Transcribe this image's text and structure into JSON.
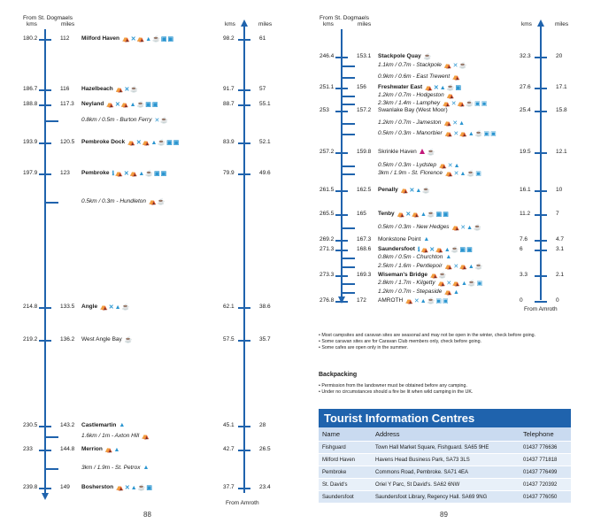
{
  "left_page": {
    "header_from": "From St. Dogmaels",
    "header_kms": "kms",
    "header_miles": "miles",
    "right_kms": "kms",
    "right_miles": "miles",
    "footer_from": "From Amroth",
    "page_number": "88",
    "rows": [
      {
        "km1": "180.2",
        "mi1": "112",
        "name": "Milford Haven",
        "bold": true,
        "sub": false,
        "icons": "⛺✕⛺▲☕▣▣",
        "km2": "98.2",
        "mi2": "61"
      },
      {
        "km1": "186.7",
        "mi1": "116",
        "name": "Hazelbeach",
        "bold": true,
        "sub": false,
        "icons": "⛺✕☕",
        "km2": "91.7",
        "mi2": "57"
      },
      {
        "km1": "188.8",
        "mi1": "117.3",
        "name": "Neyland",
        "bold": true,
        "sub": false,
        "icons": "⛺✕⛺▲☕▣▣",
        "km2": "88.7",
        "mi2": "55.1"
      },
      {
        "km1": "",
        "mi1": "",
        "name": "0.8km / 0.5m - Burton Ferry",
        "bold": false,
        "sub": true,
        "icons": "✕☕",
        "km2": "",
        "mi2": ""
      },
      {
        "km1": "193.9",
        "mi1": "120.5",
        "name": "Pembroke Dock",
        "bold": true,
        "sub": false,
        "icons": "⛺✕⛺▲☕▣▣",
        "km2": "83.9",
        "mi2": "52.1"
      },
      {
        "km1": "197.9",
        "mi1": "123",
        "name": "Pembroke",
        "bold": true,
        "sub": false,
        "icons": "ℹ⛺✕⛺▲☕▣▣",
        "km2": "79.9",
        "mi2": "49.6"
      },
      {
        "km1": "",
        "mi1": "",
        "name": "0.5km / 0.3m - Hundleton",
        "bold": false,
        "sub": true,
        "icons": "⛺☕",
        "km2": "",
        "mi2": ""
      },
      {
        "km1": "214.8",
        "mi1": "133.5",
        "name": "Angle",
        "bold": true,
        "sub": false,
        "icons": "⛺✕▲☕",
        "km2": "62.1",
        "mi2": "38.6"
      },
      {
        "km1": "219.2",
        "mi1": "136.2",
        "name": "West Angle Bay",
        "bold": false,
        "sub": false,
        "icons": "☕",
        "km2": "57.5",
        "mi2": "35.7"
      },
      {
        "km1": "230.5",
        "mi1": "143.2",
        "name": "Castlemartin",
        "bold": true,
        "sub": false,
        "icons": "▲",
        "km2": "45.1",
        "mi2": "28"
      },
      {
        "km1": "",
        "mi1": "",
        "name": "1.6km / 1m - Axton Hill",
        "bold": false,
        "sub": true,
        "icons": "⛺",
        "km2": "",
        "mi2": ""
      },
      {
        "km1": "233",
        "mi1": "144.8",
        "name": "Merrion",
        "bold": true,
        "sub": false,
        "icons": "⛺▲",
        "km2": "42.7",
        "mi2": "26.5"
      },
      {
        "km1": "",
        "mi1": "",
        "name": "3km / 1.9m - St. Petrox",
        "bold": false,
        "sub": true,
        "icons": "▲",
        "km2": "",
        "mi2": ""
      },
      {
        "km1": "239.8",
        "mi1": "149",
        "name": "Bosherston",
        "bold": true,
        "sub": false,
        "icons": "⛺✕▲☕▣",
        "km2": "37.7",
        "mi2": "23.4"
      }
    ]
  },
  "right_page": {
    "header_from": "From St. Dogmaels",
    "header_kms": "kms",
    "header_miles": "miles",
    "right_kms": "kms",
    "right_miles": "miles",
    "footer_from": "From Amroth",
    "page_number": "89",
    "rows": [
      {
        "km1": "246.4",
        "mi1": "153.1",
        "name": "Stackpole Quay",
        "bold": true,
        "sub": false,
        "icons": "☕",
        "km2": "32.3",
        "mi2": "20"
      },
      {
        "km1": "",
        "mi1": "",
        "name": "1.1km / 0.7m - Stackpole",
        "bold": false,
        "sub": true,
        "icons": "⛺✕☕",
        "km2": "",
        "mi2": ""
      },
      {
        "km1": "",
        "mi1": "",
        "name": "0.9km / 0.6m - East Trewent",
        "bold": false,
        "sub": true,
        "icons": "⛺",
        "km2": "",
        "mi2": ""
      },
      {
        "km1": "251.1",
        "mi1": "156",
        "name": "Freshwater East",
        "bold": true,
        "sub": false,
        "icons": "⛺✕▲☕▣",
        "km2": "27.6",
        "mi2": "17.1"
      },
      {
        "km1": "",
        "mi1": "",
        "name": "1.2km / 0.7m - Hodgeston",
        "bold": false,
        "sub": true,
        "icons": "⛺",
        "km2": "",
        "mi2": ""
      },
      {
        "km1": "",
        "mi1": "",
        "name": "2.3km / 1.4m - Lamphey",
        "bold": false,
        "sub": true,
        "icons": "⛺✕⛺☕▣▣",
        "km2": "",
        "mi2": ""
      },
      {
        "km1": "253",
        "mi1": "157.2",
        "name": "Swanlake Bay (West Moor)",
        "bold": false,
        "sub": false,
        "icons": "",
        "km2": "25.4",
        "mi2": "15.8"
      },
      {
        "km1": "",
        "mi1": "",
        "name": "1.2km / 0.7m - Jameston",
        "bold": false,
        "sub": true,
        "icons": "⛺✕▲",
        "km2": "",
        "mi2": ""
      },
      {
        "km1": "",
        "mi1": "",
        "name": "0.5km / 0.3m - Manorbier",
        "bold": false,
        "sub": true,
        "icons": "⛺✕⛺▲☕▣▣",
        "km2": "",
        "mi2": ""
      },
      {
        "km1": "257.2",
        "mi1": "159.8",
        "name": "Skrinkle Haven",
        "bold": false,
        "sub": false,
        "icons": "TRI☕",
        "km2": "19.5",
        "mi2": "12.1"
      },
      {
        "km1": "",
        "mi1": "",
        "name": "0.5km / 0.3m - Lydstep",
        "bold": false,
        "sub": true,
        "icons": "⛺✕▲",
        "km2": "",
        "mi2": ""
      },
      {
        "km1": "",
        "mi1": "",
        "name": "3km / 1.9m - St. Florence",
        "bold": false,
        "sub": true,
        "icons": "⛺✕▲☕▣",
        "km2": "",
        "mi2": ""
      },
      {
        "km1": "261.5",
        "mi1": "162.5",
        "name": "Penally",
        "bold": true,
        "sub": false,
        "icons": "⛺✕▲☕",
        "km2": "16.1",
        "mi2": "10"
      },
      {
        "km1": "265.5",
        "mi1": "165",
        "name": "Tenby",
        "bold": true,
        "sub": false,
        "icons": "⛺✕⛺▲☕▣▣",
        "km2": "11.2",
        "mi2": "7"
      },
      {
        "km1": "",
        "mi1": "",
        "name": "0.5km / 0.3m - New Hedges",
        "bold": false,
        "sub": true,
        "icons": "⛺✕▲☕",
        "km2": "",
        "mi2": ""
      },
      {
        "km1": "269.2",
        "mi1": "167.3",
        "name": "Monkstone Point",
        "bold": false,
        "sub": false,
        "icons": "▲",
        "km2": "7.6",
        "mi2": "4.7"
      },
      {
        "km1": "271.3",
        "mi1": "168.6",
        "name": "Saundersfoot",
        "bold": true,
        "sub": false,
        "icons": "ℹ⛺✕⛺▲☕▣▣",
        "km2": "6",
        "mi2": "3.1"
      },
      {
        "km1": "",
        "mi1": "",
        "name": "0.8km / 0.5m - Churchton",
        "bold": false,
        "sub": true,
        "icons": "▲",
        "km2": "",
        "mi2": ""
      },
      {
        "km1": "",
        "mi1": "",
        "name": "2.5km / 1.6m - Pentlepoir",
        "bold": false,
        "sub": true,
        "icons": "⛺✕⛺▲☕",
        "km2": "",
        "mi2": ""
      },
      {
        "km1": "273.3",
        "mi1": "169.3",
        "name": "Wiseman's Bridge",
        "bold": true,
        "sub": false,
        "icons": "⛺☕",
        "km2": "3.3",
        "mi2": "2.1"
      },
      {
        "km1": "",
        "mi1": "",
        "name": "2.8km / 1.7m - Kilgetty",
        "bold": false,
        "sub": true,
        "icons": "⛺✕⛺▲☕▣",
        "km2": "",
        "mi2": ""
      },
      {
        "km1": "",
        "mi1": "",
        "name": "1.2km / 0.7m - Stepaside",
        "bold": false,
        "sub": true,
        "icons": "⛺▲",
        "km2": "",
        "mi2": ""
      },
      {
        "km1": "276.8",
        "mi1": "172",
        "name": "AMROTH",
        "bold": false,
        "sub": false,
        "icons": "⛺✕▲☕▣▣",
        "km2": "0",
        "mi2": "0"
      }
    ],
    "notes": [
      "• Most campsites and caravan sites are seasonal and may not be open in the winter, check before going.",
      "• Some caravan sites are for Caravan Club members only, check before going.",
      "• Some cafes are open only in the summer."
    ],
    "backpacking_title": "Backpacking",
    "backpacking_notes": [
      "• Permission from the landowner must be obtained before any camping.",
      "• Under no circumstances should a fire be lit when wild camping in the UK."
    ],
    "tic": {
      "title": "Tourist Information Centres",
      "headers": [
        "Name",
        "Address",
        "Telephone"
      ],
      "rows": [
        [
          "Fishguard",
          "Town Hall Market Square, Fishguard. SA65 9HE",
          "01437 776636"
        ],
        [
          "Milford Haven",
          "Havens Head Business Park, SA73 3LS",
          "01437 771818"
        ],
        [
          "Pembroke",
          "Commons Road, Pembroke. SA71 4EA",
          "01437 776499"
        ],
        [
          "St. David's",
          "Oriel Y Parc, St David's. SA62 6NW",
          "01437 720392"
        ],
        [
          "Saundersfoot",
          "Saundersfoot Library, Regency Hall. SA69 9NG",
          "01437 776050"
        ]
      ]
    }
  }
}
